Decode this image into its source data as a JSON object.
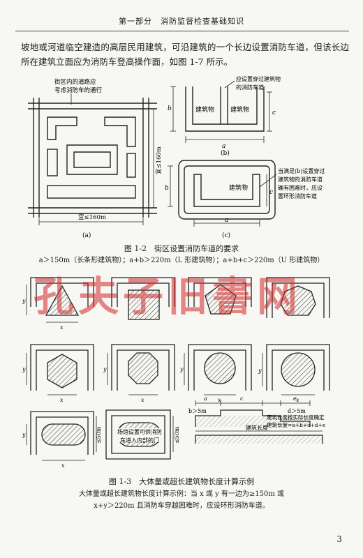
{
  "header": {
    "text": "第一部分　消防监督检查基础知识"
  },
  "paragraph": "坡地或河道临空建造的高层民用建筑，可沿建筑的一个长边设置消防车道，但该长边所在建筑立面应为消防车登高操作面，如图 1-7 所示。",
  "figure12": {
    "label_a_note": "街区内的道路应考虑消防车的通行",
    "label_a_note_1": "街区内的道路应",
    "label_a_note_2": "考虑消防车的通行",
    "label_a_dim_h": "宜≤160m",
    "label_a_dim_v": "宜≤160m",
    "label_a": "(a)",
    "label_b_note_1": "应设置穿过建筑物",
    "label_b_note_2": "的消防车道",
    "label_b_building_1": "建筑物",
    "label_b_building_2": "建筑物",
    "label_b": "(b)",
    "label_c_note": [
      "当满足(b)设置穿过",
      "建筑物的消防车道",
      "确有困难时，应设",
      "置环形消防车道"
    ],
    "label_c_building": "建筑物",
    "label_c": "(c)",
    "dim_a": "a",
    "dim_b": "b",
    "dim_c": "c",
    "caption": "图 1-2　街区设置消防车道的要求",
    "note": "a＞150m（长条形建筑物）；a+b＞220m（L 形建筑物）；a+b+c＞220m（U 形建筑物）"
  },
  "watermark": "孔夫子旧書网",
  "figure13": {
    "dim_x": "x",
    "dim_y": "y",
    "le50_1": "≤50m",
    "le50_2": "≤50m",
    "oval_note_1": "场馆设置可供消防",
    "oval_note_2": "车进入内部的门",
    "dim_b5": "b＞5m",
    "dim_d5": "d＞5m",
    "dim_a": "a",
    "dim_c": "c",
    "dim_e": "e",
    "len_note_1": "建筑长度按实际长度确定",
    "len_note_2": "建筑长度=a+b+c+d+e",
    "building_len": "建筑长度",
    "caption": "图 1-3　大体量或超长建筑物长度计算示例",
    "desc_1": "大体量或超长建筑物长度计算示例：当 x 或 y 有一边为≥150m 或",
    "desc_2": "x+y＞220m 且消防车穿越困难时，应设环形消防车道。"
  },
  "page_number": "3"
}
